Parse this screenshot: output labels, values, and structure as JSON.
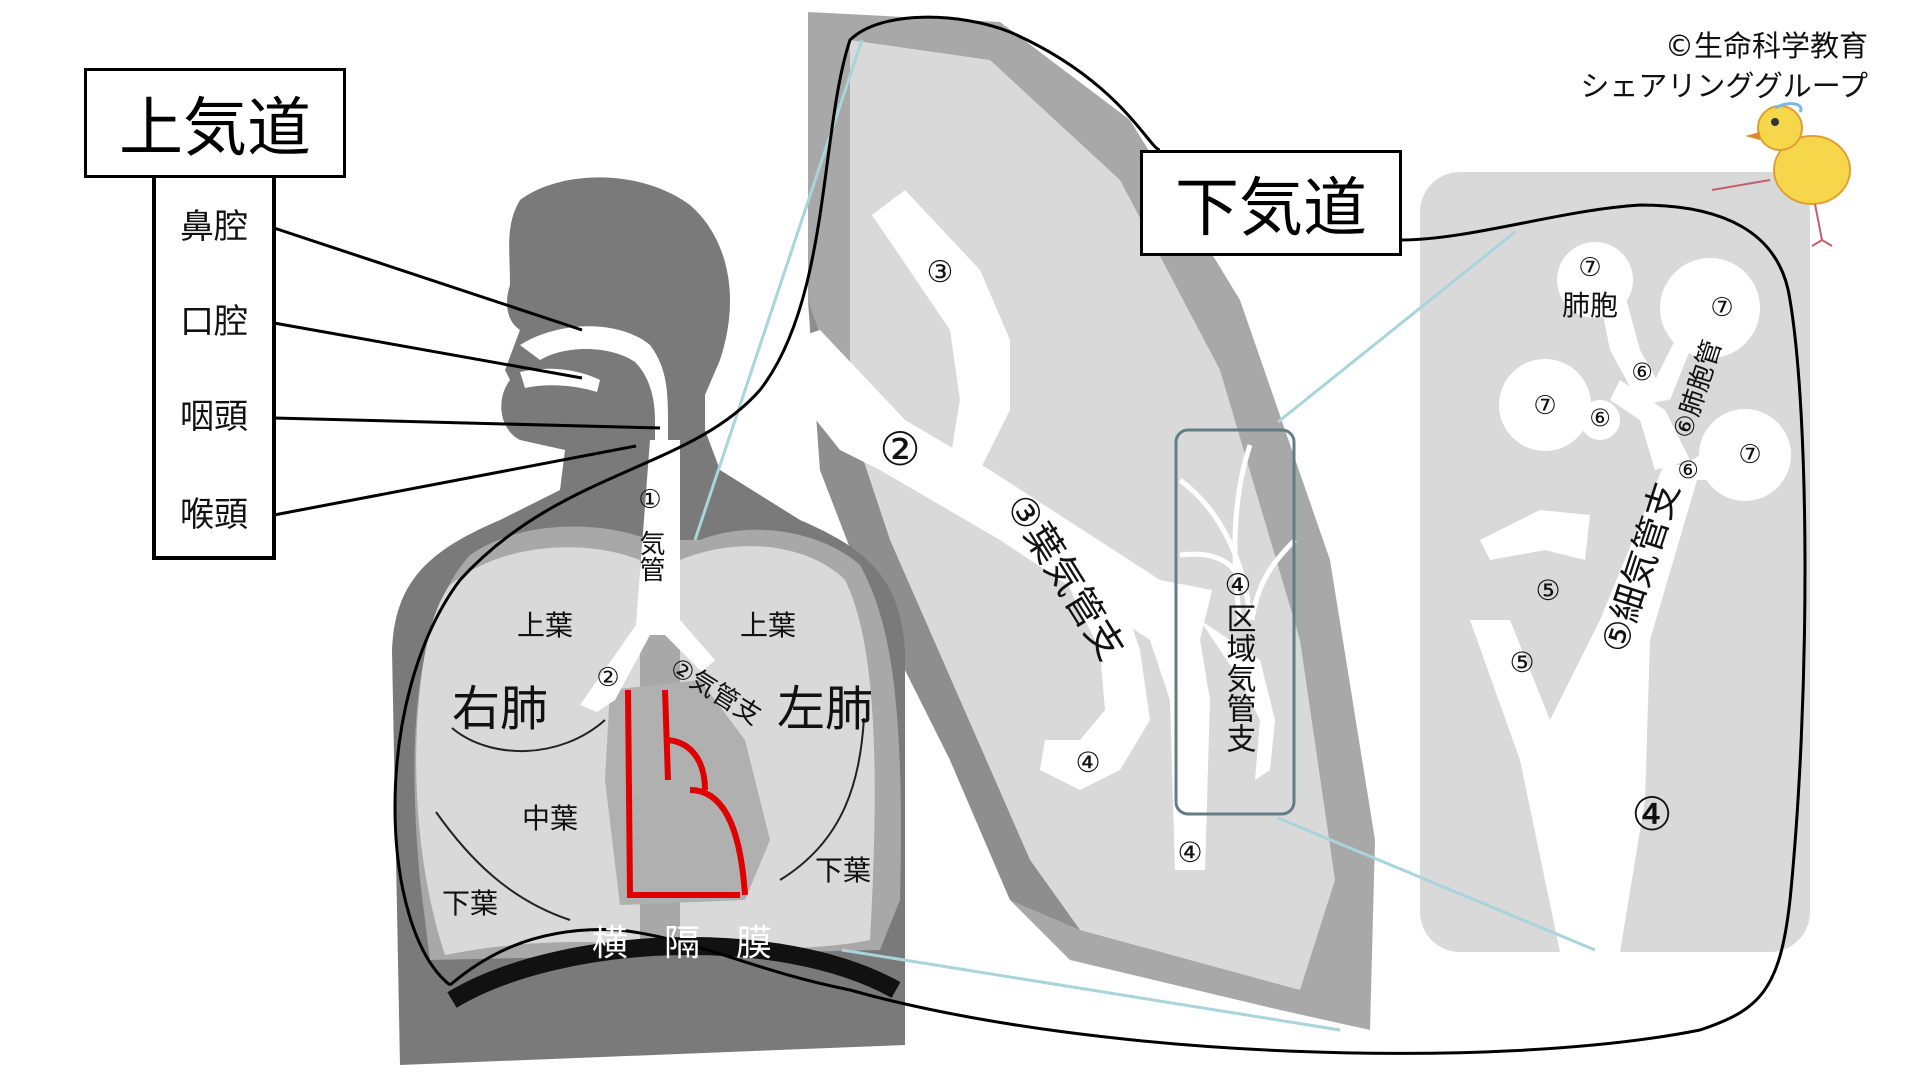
{
  "copyright": {
    "line1": "©生命科学教育",
    "line2": "シェアリンググループ"
  },
  "upper_airway": {
    "title": "上気道",
    "items": [
      "鼻腔",
      "口腔",
      "咽頭",
      "喉頭"
    ]
  },
  "lower_airway": {
    "title": "下気道"
  },
  "torso": {
    "trachea_num": "①",
    "trachea_label": "気管",
    "bronchus_num": "②",
    "bronchus_label": "②気管支",
    "right_upper": "上葉",
    "left_upper": "上葉",
    "right_lung": "右肺",
    "left_lung": "左肺",
    "middle_lobe": "中葉",
    "right_lower": "下葉",
    "left_lower": "下葉",
    "diaphragm": "横　隔　膜"
  },
  "lung_zoom": {
    "main_bronchus": "②",
    "lobar_num": "③",
    "lobar_label": "③葉気管支",
    "segmental_num_a": "④",
    "segmental_num_b": "④",
    "segmental_label": "④区域気管支"
  },
  "alveoli_zoom": {
    "segmental_num": "④",
    "bronchiole_label": "⑤細気管支",
    "bronchiole_num_a": "⑤",
    "bronchiole_num_b": "⑤",
    "alveolar_duct_label": "⑥肺胞管",
    "duct_num_a": "⑥",
    "duct_num_b": "⑥",
    "duct_num_c": "⑥",
    "alveolus_label": "肺胞",
    "alveolus_num_a": "⑦",
    "alveolus_num_b": "⑦",
    "alveolus_num_c": "⑦",
    "alveolus_num_d": "⑦"
  },
  "colors": {
    "body": "#7a7a7a",
    "lung_dark": "#a8a8a8",
    "lung_light": "#d9d9d9",
    "airway": "#ffffff",
    "heart": "#b0b0b0",
    "heart_vessels": "#e00000",
    "connector": "#a8d4dc",
    "outline": "#000000"
  }
}
